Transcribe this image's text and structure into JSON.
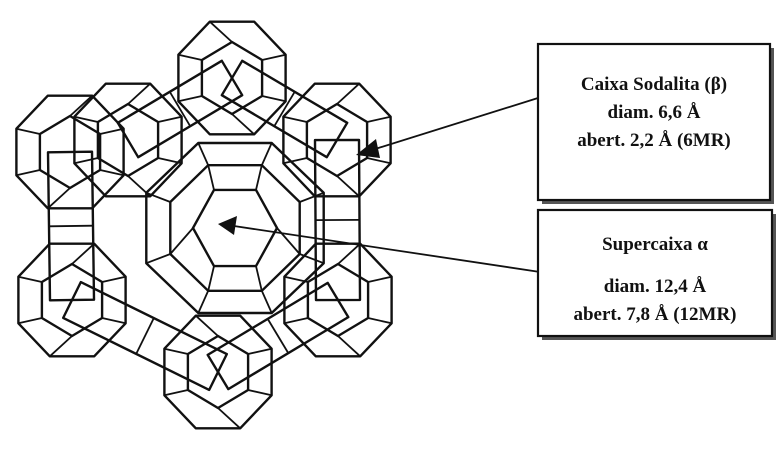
{
  "labels": {
    "sodalite": {
      "line1": "Caixa Sodalita (β)",
      "line2": "diam. 6,6 Å",
      "line3": "abert. 2,2 Å (6MR)"
    },
    "supercage": {
      "line1": "Supercaixa α",
      "line2": "diam. 12,4 Å",
      "line3": "abert. 7,8 Å (12MR)"
    }
  },
  "colors": {
    "ink": "#111111",
    "background": "#ffffff",
    "box_shadow": "#555555"
  }
}
